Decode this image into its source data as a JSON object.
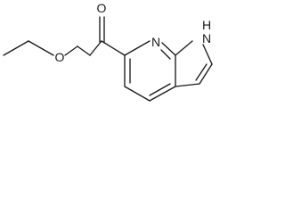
{
  "molecule": {
    "atoms": [
      {
        "id": "N_ring",
        "label": "N"
      },
      {
        "id": "N_H",
        "label": "H"
      },
      {
        "id": "N_pyrrole",
        "label": "N"
      },
      {
        "id": "O_carbonyl",
        "label": "O"
      },
      {
        "id": "O_ester",
        "label": "O"
      }
    ]
  },
  "colors": {
    "bond": "#1a1a1a",
    "label": "#1a1a1a",
    "background": "#ffffff"
  }
}
